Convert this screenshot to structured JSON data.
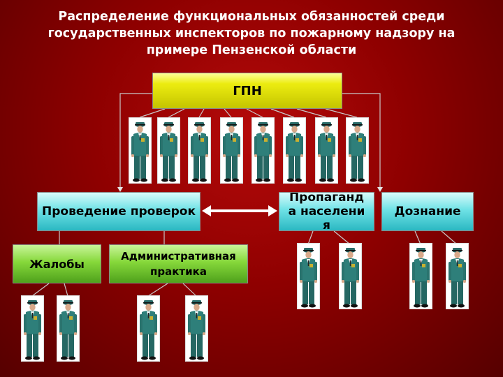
{
  "title": "Распределение функциональных обязанностей среди государственных инспекторов по пожарному надзору на примере Пензенской области",
  "nodes": {
    "gpn": "ГПН",
    "provedenie": "Проведение проверок",
    "propaganda": "Пропаганда населения",
    "doznanie": "Дознание",
    "zhaloby": "Жалобы",
    "admin": "Административная практика"
  },
  "icons": [
    "officer-figure-icon",
    "double-arrow-icon"
  ],
  "colors": {
    "background": "#8e0000",
    "gpn_box": "#ecec10",
    "cyan_box": "#6fe2e6",
    "green_box": "#86d83a"
  }
}
